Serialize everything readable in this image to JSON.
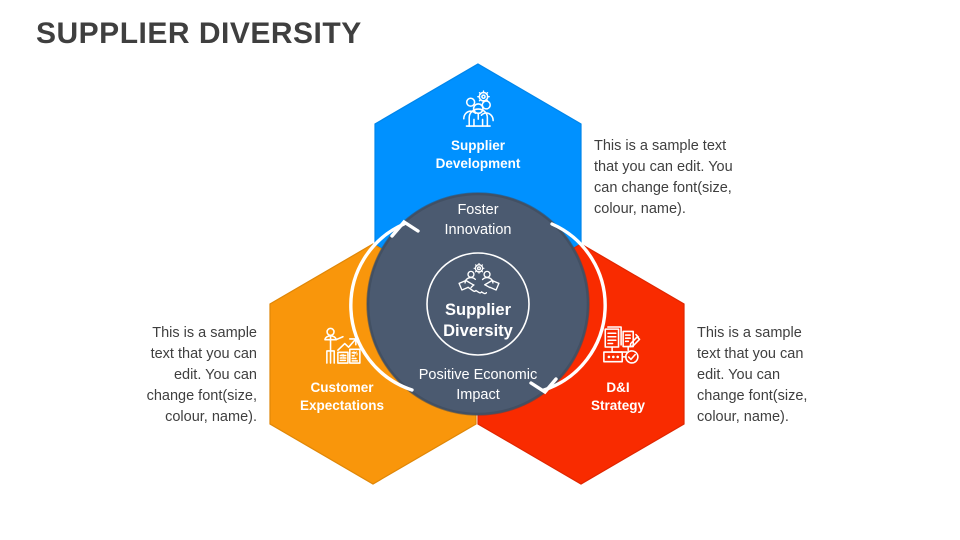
{
  "title": "SUPPLIER DIVERSITY",
  "colors": {
    "blue": "#0091FF",
    "orange": "#F9960B",
    "red": "#F92B00",
    "core": "#4B5A70",
    "core_dark": "#3F4C60",
    "title_text": "#3F3F3F",
    "body_text": "#3F3F3F",
    "white": "#FFFFFF"
  },
  "hexagons": [
    {
      "id": "top",
      "label_line1": "Supplier",
      "label_line2": "Development",
      "color": "#0091FF",
      "icon": "people-gear-icon"
    },
    {
      "id": "left",
      "label_line1": "Customer",
      "label_line2": "Expectations",
      "color": "#F9960B",
      "icon": "person-growth-chart-icon"
    },
    {
      "id": "right",
      "label_line1": "D&I",
      "label_line2": "Strategy",
      "color": "#F92B00",
      "icon": "document-edit-checklist-icon"
    }
  ],
  "ring": {
    "top_line1": "Foster",
    "top_line2": "Innovation",
    "bottom_line1": "Positive Economic",
    "bottom_line2": "Impact",
    "arrow_left": "arc-arrow-up-icon",
    "arrow_right": "arc-arrow-down-icon"
  },
  "core": {
    "icon": "handshake-gear-icon",
    "title_line1": "Supplier",
    "title_line2": "Diversity"
  },
  "notes": [
    {
      "id": "top-right",
      "text": "This is a sample text that you can edit. You can change font(size, colour, name)."
    },
    {
      "id": "left",
      "text": "This is a sample text that you can edit. You can change font(size, colour, name)."
    },
    {
      "id": "right",
      "text": "This is a sample text that you can edit. You can change font(size, colour, name)."
    }
  ]
}
